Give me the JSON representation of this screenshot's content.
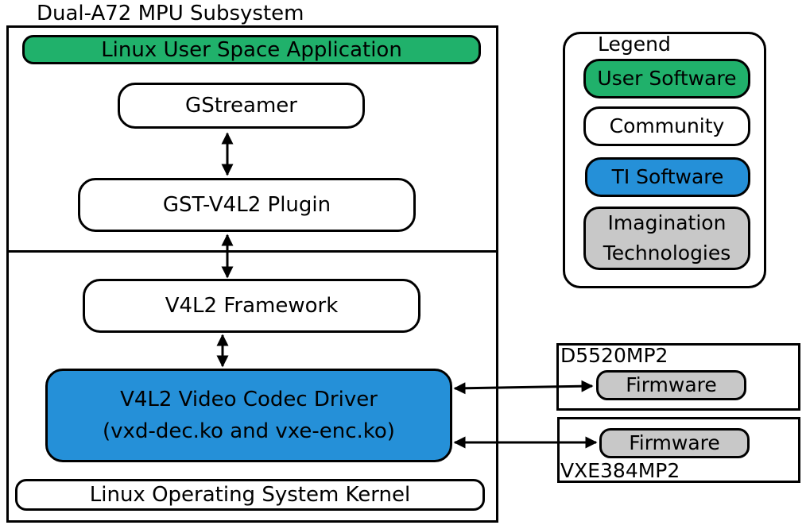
{
  "subsystem": {
    "title": "Dual-A72 MPU Subsystem",
    "user_app": "Linux User Space Application",
    "gstreamer": "GStreamer",
    "gst_plugin": "GST-V4L2 Plugin",
    "v4l2_framework": "V4L2 Framework",
    "codec_driver": {
      "line1": "V4L2 Video Codec Driver",
      "line2": "(vxd-dec.ko and vxe-enc.ko)"
    },
    "kernel": "Linux Operating System Kernel"
  },
  "legend": {
    "title": "Legend",
    "items": [
      {
        "label": "User Software",
        "color": "#20b16b"
      },
      {
        "label": "Community",
        "color": "#ffffff"
      },
      {
        "label": "TI Software",
        "color": "#2590d8"
      },
      {
        "label_line1": "Imagination",
        "label_line2": "Technologies",
        "color": "#c8c8c8"
      }
    ]
  },
  "decoder": {
    "name": "D5520MP2",
    "firmware": "Firmware"
  },
  "encoder": {
    "name": "VXE384MP2",
    "firmware": "Firmware"
  }
}
